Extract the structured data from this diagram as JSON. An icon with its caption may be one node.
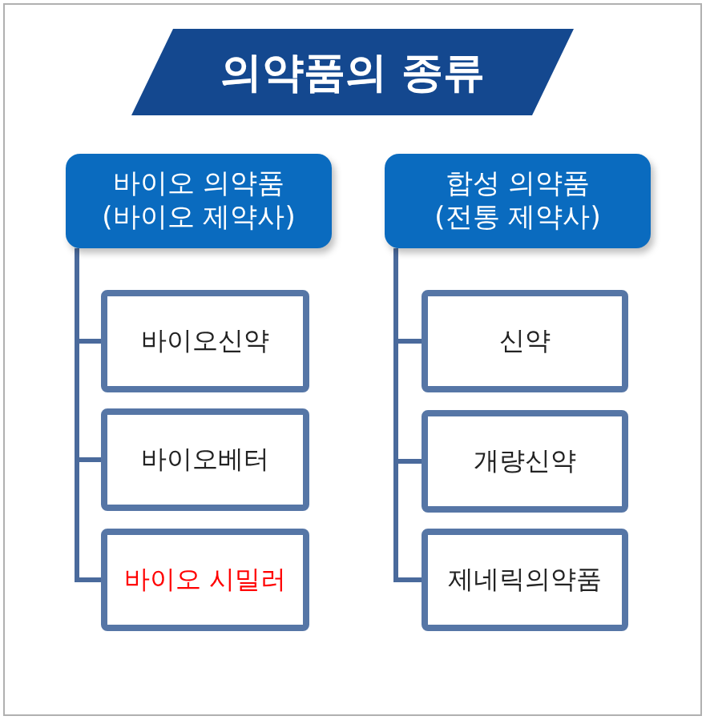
{
  "diagram": {
    "title": "의약품의 종류",
    "nodes": [
      {
        "text": [
          "바이오 의약품",
          "(바이오 제약사)"
        ]
      },
      {
        "text": [
          "바이오신약"
        ]
      },
      {
        "text": [
          "바이오베터"
        ]
      },
      {
        "text": [
          "바이오 시밀러"
        ]
      },
      {
        "text": [
          "합성 의약품",
          "(전통 제약사)"
        ]
      },
      {
        "text": [
          "신약"
        ]
      },
      {
        "text": [
          "개량신약"
        ]
      },
      {
        "text": [
          "제네릭의약품"
        ]
      }
    ],
    "edges": [
      {
        "from": 0,
        "to": 1,
        "arrow": "none"
      },
      {
        "from": 0,
        "to": 2,
        "arrow": "none"
      },
      {
        "from": 0,
        "to": 3,
        "arrow": "none"
      },
      {
        "from": 4,
        "to": 5,
        "arrow": "none"
      },
      {
        "from": 4,
        "to": 6,
        "arrow": "none"
      },
      {
        "from": 4,
        "to": 7,
        "arrow": "none"
      }
    ]
  }
}
